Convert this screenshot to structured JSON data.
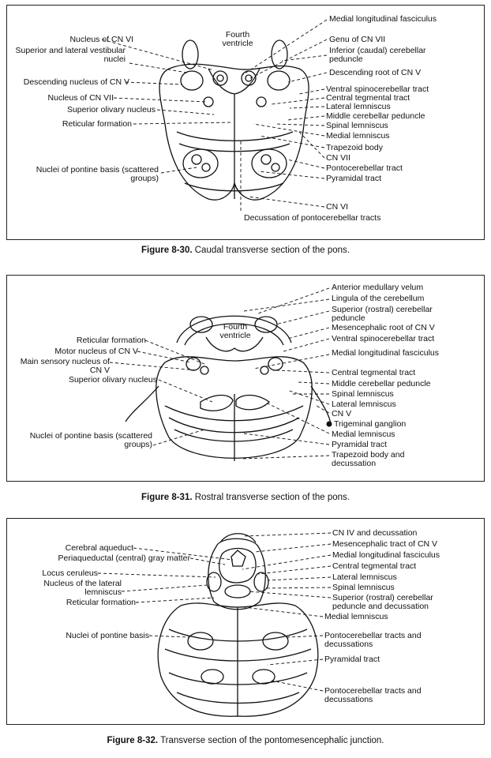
{
  "fig30": {
    "caption_num": "Figure 8-30.",
    "caption_text": "Caudal transverse section of the pons.",
    "center_label": "Fourth ventricle",
    "left": [
      "Nucleus of CN VI",
      "Superior and lateral vestibular nuclei",
      "Descending nucleus of CN V",
      "Nucleus of CN VII",
      "Superior olivary nucleus",
      "Reticular formation",
      "Nuclei of pontine basis (scattered groups)"
    ],
    "right": [
      "Medial longitudinal fasciculus",
      "Genu of CN VII",
      "Inferior (caudal) cerebellar peduncle",
      "Descending root of CN V",
      "Ventral spinocerebellar tract",
      "Central tegmental tract",
      "Lateral lemniscus",
      "Middle cerebellar peduncle",
      "Spinal lemniscus",
      "Medial lemniscus",
      "Trapezoid body",
      "CN VII",
      "Pontocerebellar tract",
      "Pyramidal tract",
      "CN VI"
    ],
    "bottom": "Decussation of pontocerebellar tracts"
  },
  "fig31": {
    "caption_num": "Figure 8-31.",
    "caption_text": "Rostral transverse section of the pons.",
    "center_label": "Fourth ventricle",
    "left": [
      "Reticular formation",
      "Motor nucleus of CN V",
      "Main sensory nucleus of CN V",
      "Superior olivary nucleus",
      "Nuclei of pontine basis (scattered groups)"
    ],
    "right": [
      "Anterior medullary velum",
      "Lingula of the cerebellum",
      "Superior (rostral) cerebellar peduncle",
      "Mesencephalic root of CN V",
      "Ventral spinocerebellar tract",
      "Medial longitudinal fasciculus",
      "Central tegmental tract",
      "Middle cerebellar peduncle",
      "Spinal lemniscus",
      "Lateral lemniscus",
      "CN V",
      "Trigeminal ganglion",
      "Medial lemniscus",
      "Pyramidal tract",
      "Trapezoid body and decussation"
    ]
  },
  "fig32": {
    "caption_num": "Figure 8-32.",
    "caption_text": "Transverse section of the pontomesencephalic junction.",
    "left": [
      "Cerebral aqueduct",
      "Periaqueductal (central) gray matter",
      "Locus ceruleus",
      "Nucleus of the lateral lemniscus",
      "Reticular formation",
      "Nuclei of pontine basis"
    ],
    "right": [
      "CN IV and decussation",
      "Mesencephalic tract of CN V",
      "Medial longitudinal fasciculus",
      "Central tegmental tract",
      "Lateral lemniscus",
      "Spinal lemniscus",
      "Superior (rostral) cerebellar peduncle and decussation",
      "Medial lemniscus",
      "Pontocerebellar tracts and decussations",
      "Pyramidal tract",
      "Pontocerebellar tracts and decussations"
    ]
  }
}
